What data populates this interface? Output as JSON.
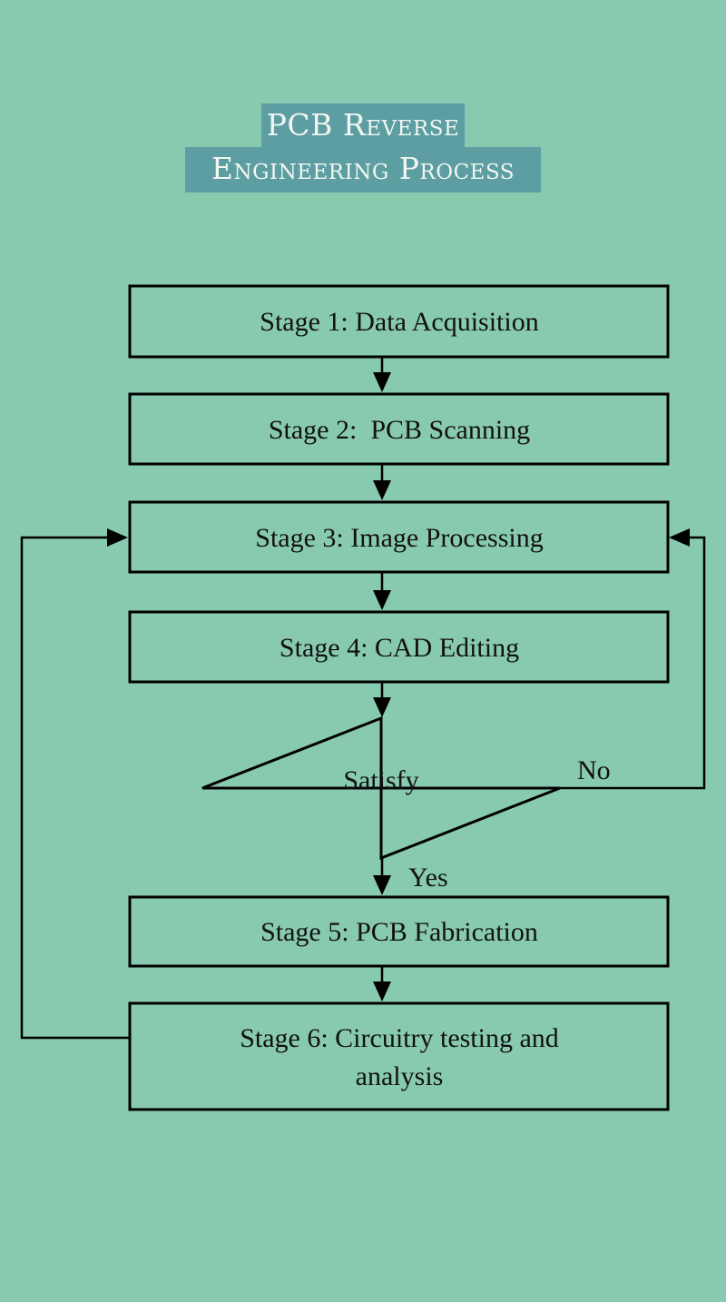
{
  "title": {
    "line1": "PCB Reverse",
    "line2": "Engineering Process",
    "background_color": "#5c9ea2",
    "text_color": "#f3f6f2"
  },
  "background_color": "#88cab0",
  "flowchart": {
    "stages": [
      {
        "id": "stage1",
        "label": "Stage 1: Data Acquisition"
      },
      {
        "id": "stage2",
        "label": "Stage 2:  PCB Scanning"
      },
      {
        "id": "stage3",
        "label": "Stage 3: Image Processing"
      },
      {
        "id": "stage4",
        "label": "Stage 4: CAD Editing"
      },
      {
        "id": "stage5",
        "label": "Stage 5: PCB Fabrication"
      },
      {
        "id": "stage6",
        "label_line1": "Stage 6: Circuitry testing and",
        "label_line2": "analysis"
      }
    ],
    "decision": {
      "label": "Satisfy",
      "no_label": "No",
      "yes_label": "Yes"
    },
    "edges": [
      {
        "from": "stage1",
        "to": "stage2"
      },
      {
        "from": "stage2",
        "to": "stage3"
      },
      {
        "from": "stage3",
        "to": "stage4"
      },
      {
        "from": "stage4",
        "to": "decision"
      },
      {
        "from": "decision",
        "to": "stage5",
        "label": "Yes"
      },
      {
        "from": "decision",
        "to": "stage3",
        "label": "No"
      },
      {
        "from": "stage5",
        "to": "stage6"
      },
      {
        "from": "stage6",
        "to": "stage3"
      }
    ]
  }
}
